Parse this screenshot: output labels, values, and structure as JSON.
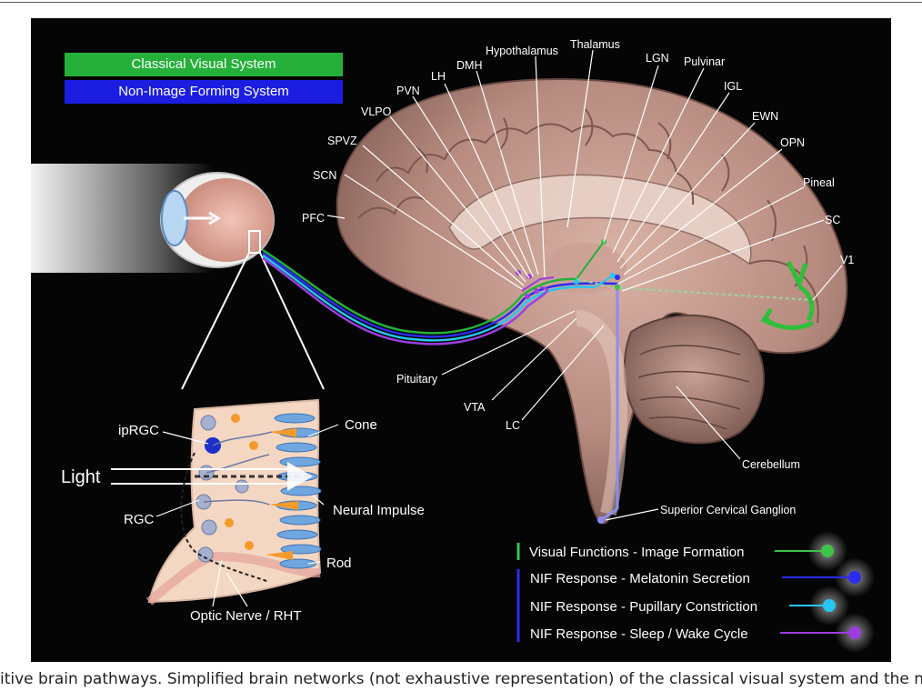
{
  "legend_top": [
    {
      "label": "Classical Visual System",
      "color": "#25b03a"
    },
    {
      "label": "Non-Image Forming System",
      "color": "#1b1ee0"
    }
  ],
  "brain_labels": {
    "hypothalamus": "Hypothalamus",
    "thalamus": "Thalamus",
    "lgn": "LGN",
    "pulvinar": "Pulvinar",
    "dmh": "DMH",
    "lh": "LH",
    "igl": "IGL",
    "pvn": "PVN",
    "vlpo": "VLPO",
    "ewn": "EWN",
    "spvz": "SPVZ",
    "opn": "OPN",
    "scn": "SCN",
    "pineal": "Pineal",
    "pfc": "PFC",
    "sc": "SC",
    "v1": "V1",
    "pituitary": "Pituitary",
    "vta": "VTA",
    "lc": "LC",
    "cerebellum": "Cerebellum",
    "scg": "Superior Cervical Ganglion"
  },
  "retina_labels": {
    "iprgc": "ipRGC",
    "cone": "Cone",
    "light": "Light",
    "neural_impulse": "Neural Impulse",
    "rgc": "RGC",
    "rod": "Rod",
    "optic_nerve": "Optic Nerve / RHT"
  },
  "legend_bottom": [
    {
      "label": "Visual Functions - Image Formation",
      "color": "#3ec24a"
    },
    {
      "label": "NIF Response - Melatonin Secretion",
      "color": "#2c2cf0"
    },
    {
      "label": "NIF Response - Pupillary Constriction",
      "color": "#26c6f0"
    },
    {
      "label": "NIF Response - Sleep / Wake Cycle",
      "color": "#9a3ee0"
    }
  ],
  "caption": "itive brain pathways. Simplified brain networks (not exhaustive representation) of the classical visual system and the non-"
}
